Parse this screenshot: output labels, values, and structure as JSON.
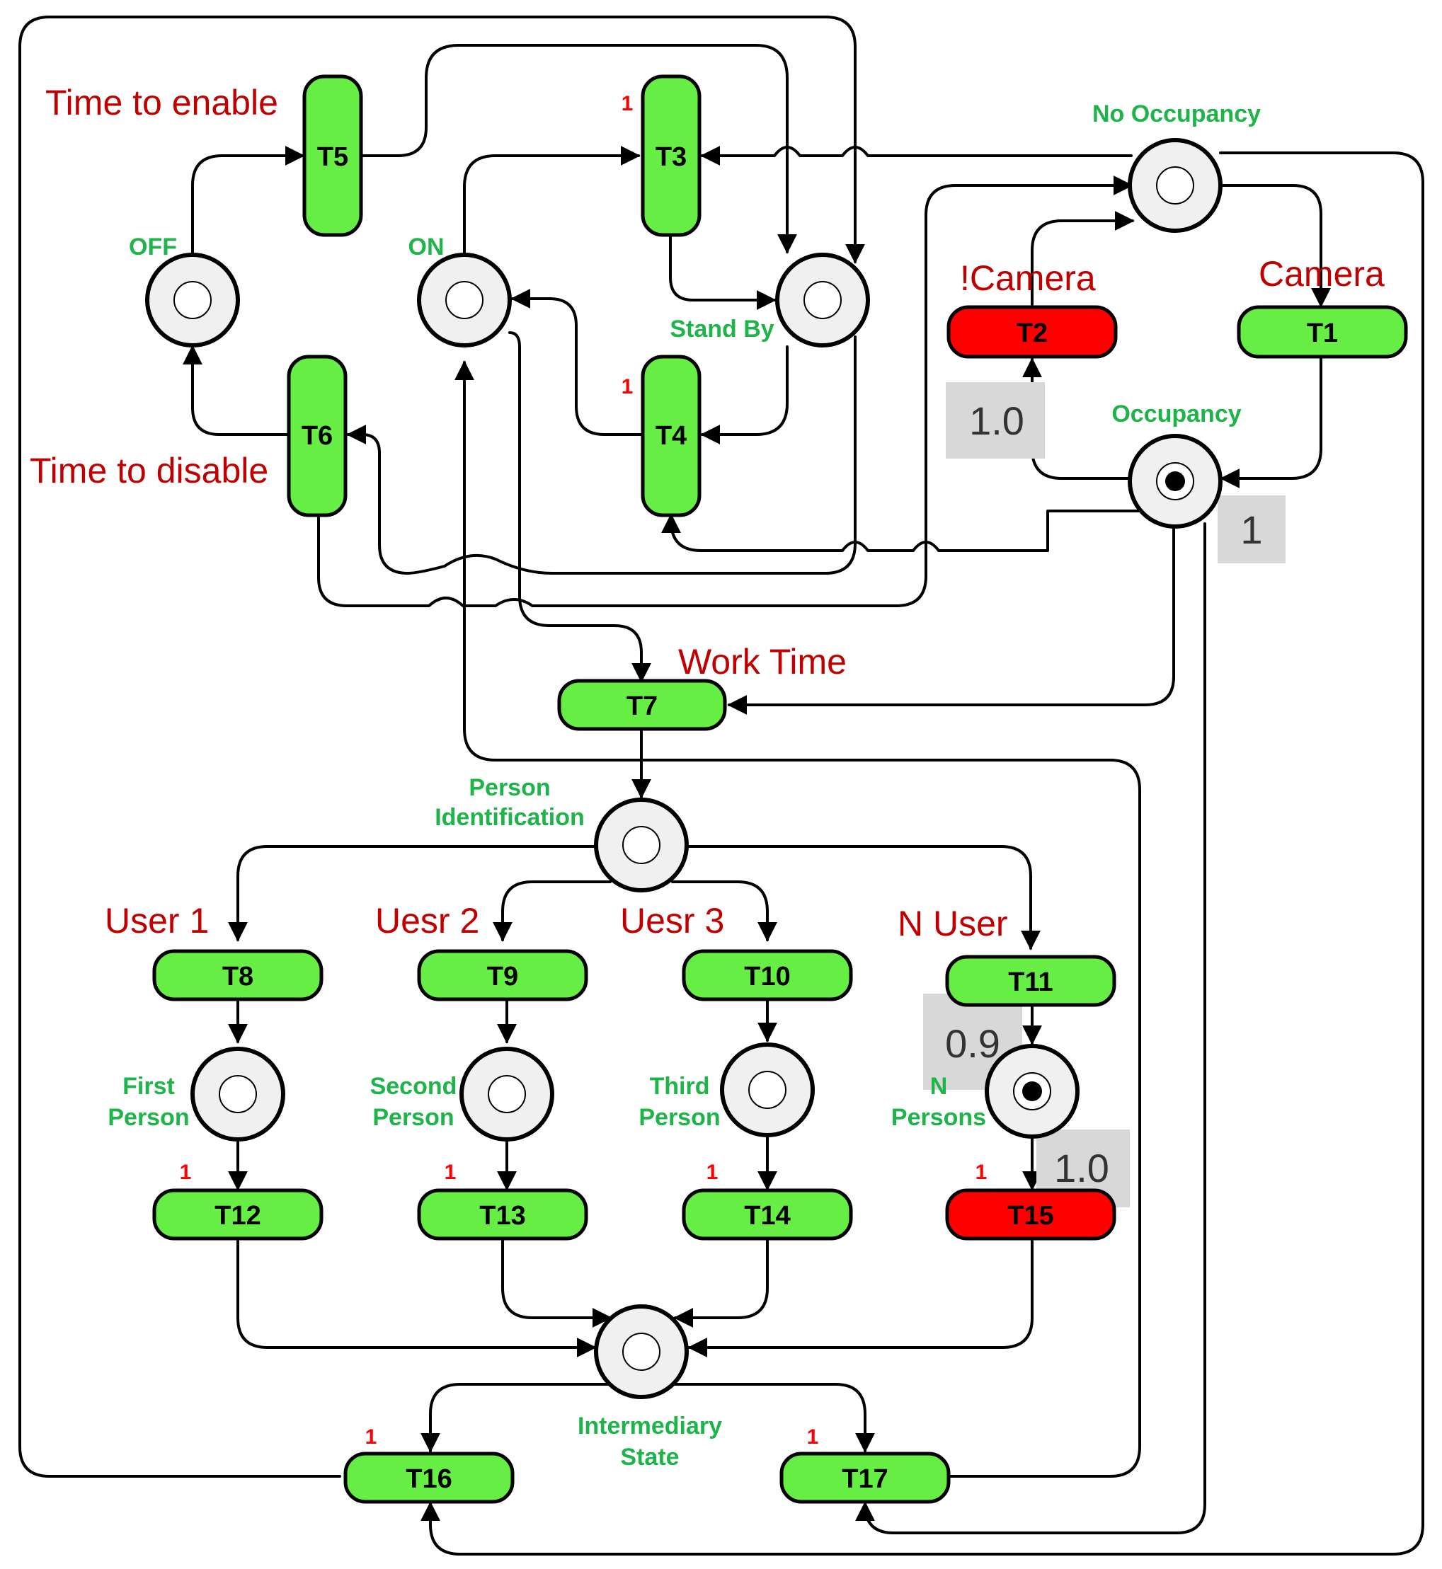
{
  "colors": {
    "place_label": "#1fb44a",
    "condition_label": "#c00000",
    "priority_label": "#ff0000",
    "transition_enabled": "#66ee44",
    "transition_disabled": "#ff0000",
    "place_fill": "#f0f0f0",
    "probability_box": "#d8d8d8"
  },
  "places": [
    {
      "id": "off",
      "label": [
        "OFF"
      ],
      "token": false
    },
    {
      "id": "on",
      "label": [
        "ON"
      ],
      "token": false
    },
    {
      "id": "standby",
      "label": [
        "Stand By"
      ],
      "token": false
    },
    {
      "id": "no-occupancy",
      "label": [
        "No Occupancy"
      ],
      "token": false
    },
    {
      "id": "occupancy",
      "label": [
        "Occupancy"
      ],
      "token": true
    },
    {
      "id": "person-identification",
      "label": [
        "Person",
        "Identification"
      ],
      "token": false
    },
    {
      "id": "first-person",
      "label": [
        "First",
        "Person"
      ],
      "token": false
    },
    {
      "id": "second-person",
      "label": [
        "Second",
        "Person"
      ],
      "token": false
    },
    {
      "id": "third-person",
      "label": [
        "Third",
        "Person"
      ],
      "token": false
    },
    {
      "id": "n-persons",
      "label": [
        "N",
        "Persons"
      ],
      "token": true
    },
    {
      "id": "intermediary-state",
      "label": [
        "Intermediary",
        "State"
      ],
      "token": false
    }
  ],
  "transitions": [
    {
      "id": "t1",
      "label": "T1",
      "state": "enabled"
    },
    {
      "id": "t2",
      "label": "T2",
      "state": "disabled"
    },
    {
      "id": "t3",
      "label": "T3",
      "state": "enabled"
    },
    {
      "id": "t4",
      "label": "T4",
      "state": "enabled"
    },
    {
      "id": "t5",
      "label": "T5",
      "state": "enabled"
    },
    {
      "id": "t6",
      "label": "T6",
      "state": "enabled"
    },
    {
      "id": "t7",
      "label": "T7",
      "state": "enabled"
    },
    {
      "id": "t8",
      "label": "T8",
      "state": "enabled"
    },
    {
      "id": "t9",
      "label": "T9",
      "state": "enabled"
    },
    {
      "id": "t10",
      "label": "T10",
      "state": "enabled"
    },
    {
      "id": "t11",
      "label": "T11",
      "state": "enabled"
    },
    {
      "id": "t12",
      "label": "T12",
      "state": "enabled"
    },
    {
      "id": "t13",
      "label": "T13",
      "state": "enabled"
    },
    {
      "id": "t14",
      "label": "T14",
      "state": "enabled"
    },
    {
      "id": "t15",
      "label": "T15",
      "state": "disabled"
    },
    {
      "id": "t16",
      "label": "T16",
      "state": "enabled"
    },
    {
      "id": "t17",
      "label": "T17",
      "state": "enabled"
    }
  ],
  "conditions": [
    {
      "id": "time-to-enable",
      "text": "Time to enable"
    },
    {
      "id": "time-to-disable",
      "text": "Time to disable"
    },
    {
      "id": "not-camera",
      "text": "!Camera"
    },
    {
      "id": "camera",
      "text": "Camera"
    },
    {
      "id": "work-time",
      "text": "Work Time"
    },
    {
      "id": "user-1",
      "text": "User 1"
    },
    {
      "id": "user-2",
      "text": "Uesr 2"
    },
    {
      "id": "user-3",
      "text": "Uesr 3"
    },
    {
      "id": "n-user",
      "text": "N User"
    }
  ],
  "priorities": [
    {
      "id": "t3",
      "text": "1"
    },
    {
      "id": "t4",
      "text": "1"
    },
    {
      "id": "t12",
      "text": "1"
    },
    {
      "id": "t13",
      "text": "1"
    },
    {
      "id": "t14",
      "text": "1"
    },
    {
      "id": "t15",
      "text": "1"
    },
    {
      "id": "t16",
      "text": "1"
    },
    {
      "id": "t17",
      "text": "1"
    }
  ],
  "probabilities": [
    {
      "id": "t2",
      "text": "1.0"
    },
    {
      "id": "occupancy",
      "text": "1"
    },
    {
      "id": "t11",
      "text": "0.9"
    },
    {
      "id": "t15",
      "text": "1.0"
    }
  ]
}
